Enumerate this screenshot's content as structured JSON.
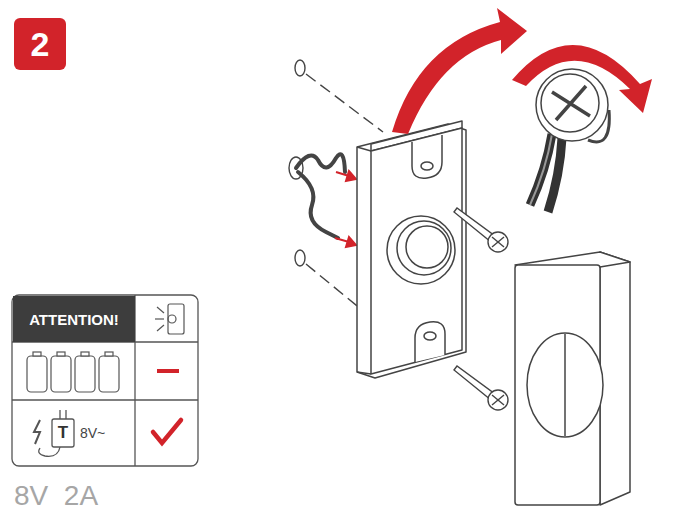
{
  "diagram": {
    "nodes": [
      {
        "text": [
          "2"
        ]
      },
      {
        "text": [
          "ATTENTION!"
        ]
      }
    ],
    "labels": [
      "T",
      "8V~",
      "8V  2A"
    ]
  }
}
